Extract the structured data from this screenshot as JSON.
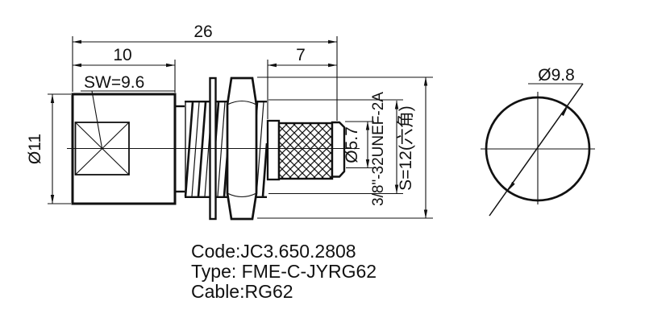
{
  "colors": {
    "line": "#111111",
    "background": "#ffffff"
  },
  "main_view": {
    "dim_total_length": "26",
    "dim_body_length": "10",
    "dim_rear_length": "7",
    "dim_wrench_flats": "SW=9.6",
    "dim_body_diameter": "Ø11",
    "dim_tip_diameter": "Ø5.7",
    "dim_thread_spec": "3/8\"-32UNEF-2A",
    "dim_hex_size": "S=12(六角)"
  },
  "end_view": {
    "dim_outer_diameter": "Ø9.8"
  },
  "notes": {
    "code": "Code:JC3.650.2808",
    "type": "Type: FME-C-JYRG62",
    "cable": "Cable:RG62"
  }
}
